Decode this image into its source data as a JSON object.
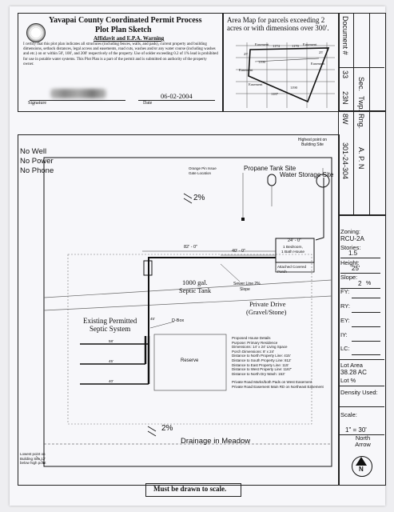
{
  "header": {
    "county_title": "Yavapai County Coordinated Permit Process",
    "doc_title": "Plot Plan Sketch",
    "affidavit_title": "Affidavit and E.P.A. Warning",
    "affidavit_text": "I certify that this plot plan indicates all structures (including fences, walls, and pads), current property and building dimensions, setback distances, legal access and easements, road cuts, washes and/or any water course (including washes and etc.) on or within 50', 100', and 200' respectively of the property. Use of solder exceeding 0.2 of 1% lead is prohibited for use in potable water systems. This Plot Plan is a part of the permit and is submitted on authority of the property owner.",
    "signature_label": "Signature",
    "date_value": "06-02-2004",
    "date_label": "Date"
  },
  "area_map": {
    "title": "Area Map for parcels exceeding 2 acres or with dimensions over 300'.",
    "labels": [
      "Easement",
      "Easement",
      "Easement",
      "Easement",
      "Easement",
      "25'",
      "25'",
      "1174",
      "1170",
      "1187",
      "1190",
      "1190"
    ]
  },
  "side_cols": {
    "doc_label": "Document #",
    "sec_label": "Sec.",
    "sec_value": "33",
    "twp_label": "Twp.",
    "twp_value": "23N",
    "rng_label": "Rng.",
    "rng_value": "8W",
    "apn_label": "A. P. N",
    "apn_value": "301-24-304"
  },
  "sidebar": {
    "zoning_label": "Zoning:",
    "zoning_value": "RCU-2A",
    "stories_label": "Stories:",
    "stories_value": "1.5",
    "height_label": "Height:",
    "height_value": "25'",
    "slope_label": "Slope:",
    "slope_value": "2",
    "slope_unit": "%",
    "fy_label": "FY:",
    "ry_label": "RY:",
    "ey_label": "EY:",
    "iy_label": "IY:",
    "lc_label": "LC:",
    "lot_area_label": "Lot Area",
    "lot_area_value": "38.28 AC",
    "lot_pct_label": "Lot %",
    "density_label": "Density Used:",
    "scale_label": "Scale:",
    "scale_value": "1\" = 30'",
    "north_label": "North Arrow",
    "north_glyph": "N"
  },
  "plot": {
    "no_well": "No Well",
    "no_power": "No Power",
    "no_phone": "No Phone",
    "highest_point": "Highest point on Building Site",
    "propane": "Propane Tank Site",
    "water": "Water Storage Site",
    "orange_pin": "Orange Pin Issue Gate Location",
    "slope_top": "2%",
    "dim_82": "82' - 0\"",
    "dim_40": "40' - 0\"",
    "dim_24": "24' - 0\"",
    "house_line1": "1 Bedroom,",
    "house_line2": "1 Bath House",
    "porch": "Attached Covered Porch",
    "septic_tank_1": "1000 gal.",
    "septic_tank_2": "Septic Tank",
    "sewer_1": "Sewer Line 2%",
    "sewer_2": "Slope",
    "drive_1": "Private Drive",
    "drive_2": "(Gravel/Stone)",
    "existing_1": "Existing Permitted",
    "existing_2": "Septic System",
    "dbox": "D-Box",
    "reserve": "Reserve",
    "trench_len_1": "58'",
    "trench_len_2": "45'",
    "trench_len_3": "40'",
    "trench_short": "45'",
    "details": [
      "Proposed House Details",
      "Purpose: Primary Residence",
      "Dimensions: 14' x 24' Living Space",
      "Porch Dimensions: 8' x 24'",
      "Distance to North Property Line: 415'",
      "Distance to South Property Line: 812'",
      "Distance to East Property Line: 115'",
      "Distance to West Property Line: 1167'",
      "Distance to North Dry Wash: 153'",
      "",
      "Private Road Marks/both Pads on West Easement",
      "Private Road Easement Main RD on Northeast Easement"
    ],
    "slope_bottom": "2%",
    "drainage": "Drainage in Meadow",
    "lowest_point": "Lowest point on Building Site 12' below high point"
  },
  "footer": {
    "note": "Must be drawn to scale."
  }
}
